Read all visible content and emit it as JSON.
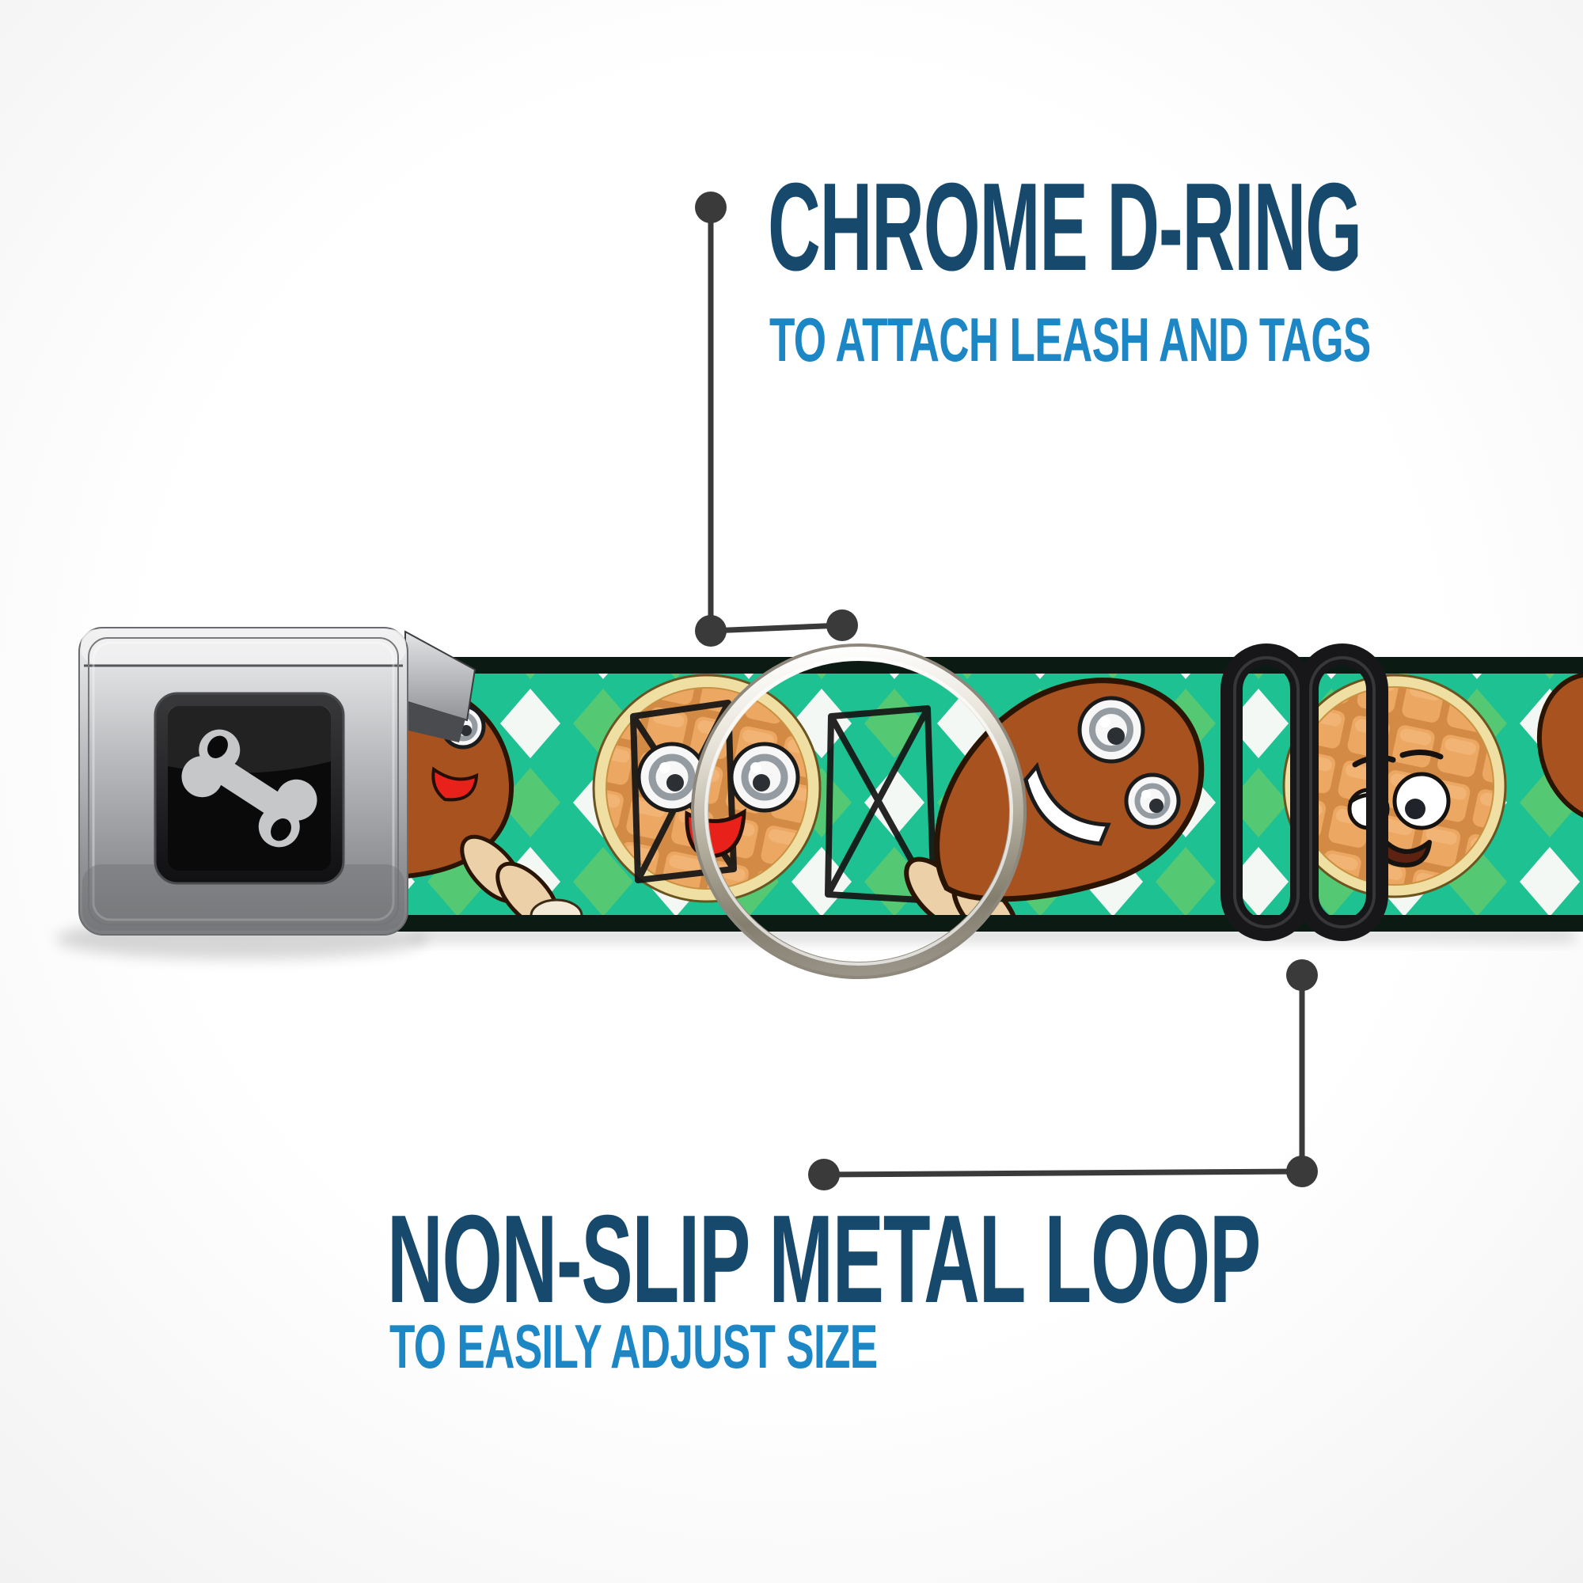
{
  "callouts": {
    "top": {
      "title": "CHROME D-RING",
      "subtitle": "TO ATTACH LEASH AND TAGS"
    },
    "bottom": {
      "title": "NON-SLIP METAL LOOP",
      "subtitle": "TO EASILY ADJUST SIZE"
    }
  },
  "colors": {
    "headline": "#17496d",
    "subheadline": "#1d87c5",
    "callout": "#3a3a3a",
    "strap_teal": "#1ec192",
    "strap_green": "#55c873",
    "strap_white": "#f4f8f4",
    "strap_edge": "#0b1b13",
    "waffle_base": "#eca863",
    "waffle_groove": "#d28a45",
    "waffle_rim": "#f0dfa2",
    "drumstick_brown": "#a7521f",
    "outline_dark": "#2a1403",
    "bone_tan": "#ecd0a7",
    "mouth_red": "#e8221b",
    "slider_black": "#17171a",
    "buckle_logo_gray": "#c6c7c9",
    "buckle_logo_bg": "#0a0a0b"
  },
  "hardware": {
    "buckle": "seatbelt-buckle-with-bone-logo",
    "ring": "chrome-d-ring",
    "slider": "non-slip-metal-loop"
  },
  "pattern": {
    "name": "fried chicken and waffles on green gingham",
    "motifs": [
      "drumstick-with-face",
      "waffle-with-face",
      "sketch-box-doodle"
    ]
  }
}
